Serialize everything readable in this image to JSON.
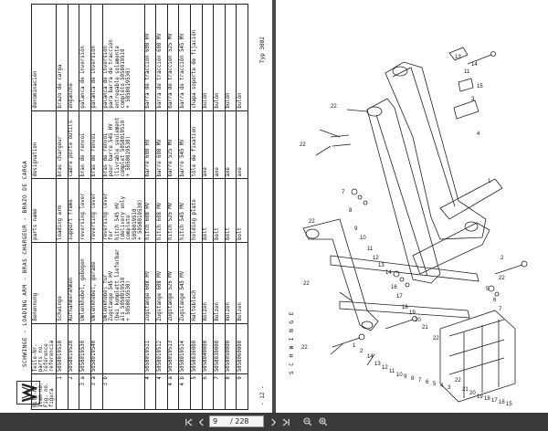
{
  "left_page": {
    "section_title": "SCHWINGE  -  LOADING ARM  -  BRAS CHARGEUR  -  BRAZO DE CARGA",
    "page_number": "- 12 -",
    "type_label": "Typ 3002",
    "table": {
      "headers": [
        "Bild-Nr.\nItem no.\nFig. no.\nfigura",
        "Teile-Nr.\nparts no.\nréférence\nreferencia",
        "Benennung",
        "parts name",
        "designation",
        "denominación"
      ],
      "rows": [
        {
          "ref": "1",
          "part": "5058019510",
          "de": "Schwinge",
          "en": "loading arm",
          "fr": "bras chargeur",
          "es": "brazo de carga"
        },
        {
          "ref": "2",
          "part": "5058019520",
          "de": "Aufnahmerahmen",
          "en": "support frame",
          "fr": "cadre porte outils",
          "es": "enganche"
        },
        {
          "ref": "3 a",
          "part": "5058019530",
          "de": "Umlenkhebel, gebogen",
          "en": "reversing lever",
          "fr": "bras de renvoi",
          "es": "palanca de inversión"
        },
        {
          "ref": "3 a",
          "part": "5058019540",
          "de": "Umlenkhebel, gerade",
          "en": "reversing lever",
          "fr": "bras de renvoi",
          "es": "palanca de inversión"
        },
        {
          "ref": "3 b",
          "part": "",
          "de": "Umlenkhebel für\nZugstange 545 HV\n(bei komplett lieferbar\nals 5058019510\n+ 5058019530)",
          "en": "reversing lever for\nhitch 545 HV\n(delivery only\ncomplete 5058019510\n+ 5058019530)",
          "fr": "bras de renvoi\npour barre 545 HV\n(livrable seulement\ncomplet 5058019510\n+ 5058019530)",
          "es": "palanca de inversión\npara barra de tracción\nentregable solamente\ncompleto 5058019510\n+ 5058019530)",
          "tall": true
        },
        {
          "ref": "4",
          "part": "5058019511",
          "de": "Zugstange 608 HV",
          "en": "hitch 608 HV",
          "fr": "barre 608 HV",
          "es": "barra de tracción 608 HV"
        },
        {
          "ref": "4",
          "part": "5058019512",
          "de": "Zugstange 608 MV",
          "en": "hitch 608 MV",
          "fr": "barre 608 MV",
          "es": "barra de tracción 608 MV"
        },
        {
          "ref": "4 a",
          "part": "5058019513",
          "de": "Zugstange 525 MV",
          "en": "hitch 525 MV",
          "fr": "barre 525 MV",
          "es": "barra de tracción 525 MV"
        },
        {
          "ref": "4 b",
          "part": "5058019514",
          "de": "Zugstange 545 MV",
          "en": "hitch 545 MV",
          "fr": "barre 545 MV",
          "es": "barra de tracción 545 MV"
        },
        {
          "ref": "5",
          "part": "5058036000",
          "de": "Halteblech",
          "en": "holding plate",
          "fr": "tôle de fixation",
          "es": "chapa soporte de fijación"
        },
        {
          "ref": "6",
          "part": "5058040000",
          "de": "Bolzen",
          "en": "bolt",
          "fr": "axe",
          "es": "bulón"
        },
        {
          "ref": "7",
          "part": "5058030000",
          "de": "Bolzen",
          "en": "bolt",
          "fr": "axe",
          "es": "bulón"
        },
        {
          "ref": "8",
          "part": "5058050000",
          "de": "Bolzen",
          "en": "bolt",
          "fr": "axe",
          "es": "bulón"
        },
        {
          "ref": "9",
          "part": "5058060000",
          "de": "Bolzen",
          "en": "bolt",
          "fr": "axe",
          "es": "bulón"
        }
      ]
    }
  },
  "right_page": {
    "side_label": "S C H W I N G E",
    "callouts": [
      "13",
      "14",
      "11",
      "15",
      "22",
      "22",
      "22",
      "22",
      "22",
      "7",
      "8",
      "9",
      "10",
      "11",
      "12",
      "13",
      "14",
      "16",
      "17",
      "18",
      "19",
      "20",
      "21",
      "22",
      "5",
      "6",
      "7",
      "4",
      "3",
      "1",
      "2",
      "22",
      "22",
      "21",
      "20",
      "19",
      "18",
      "17",
      "16",
      "15",
      "14",
      "13",
      "12",
      "11",
      "10",
      "9",
      "8",
      "7",
      "6",
      "5",
      "4",
      "3",
      "2",
      "1"
    ]
  },
  "toolbar": {
    "current_page": "9",
    "total_pages": "/ 228",
    "first_icon": "first-page-icon",
    "prev_icon": "prev-page-icon",
    "next_icon": "next-page-icon",
    "last_icon": "last-page-icon",
    "zoom_out_icon": "zoom-out-icon",
    "zoom_in_icon": "zoom-in-icon"
  }
}
